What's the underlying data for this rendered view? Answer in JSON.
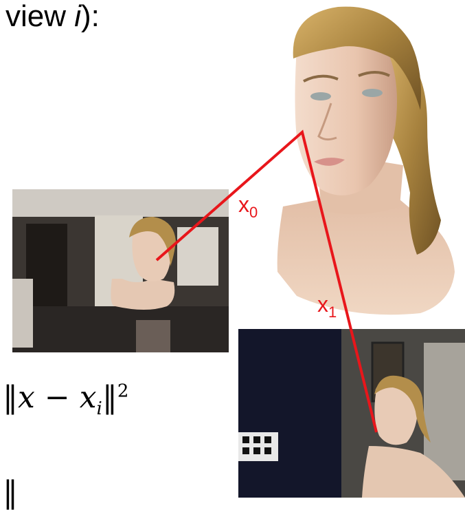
{
  "heading": {
    "prefix": "view ",
    "var": "i",
    "suffix": "):"
  },
  "equations": {
    "eq1": {
      "a": "x",
      "minus": "−",
      "b": "x",
      "sub": "i",
      "power": "2"
    },
    "eq2_partial": "‖"
  },
  "labels": {
    "x0": {
      "base": "x",
      "sub": "0"
    },
    "x1": {
      "base": "x",
      "sub": "1"
    }
  },
  "images": {
    "model": "3d-head-reconstruction",
    "left_photo": "mannequin-head-office-view-1",
    "right_photo": "mannequin-head-office-view-2"
  },
  "colors": {
    "accent": "#e8161b"
  }
}
